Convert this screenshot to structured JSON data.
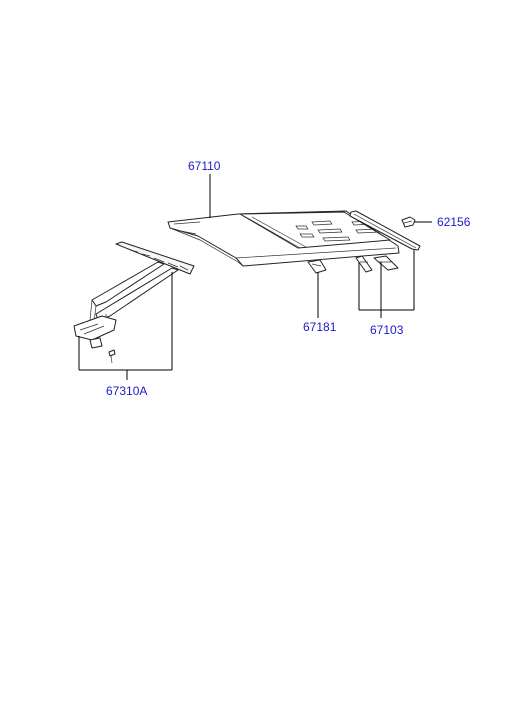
{
  "diagram": {
    "callouts": {
      "roof_panel": "67110",
      "bracket": "62156",
      "clip": "67181",
      "rail_right": "67103",
      "rail_left": "67310A"
    },
    "colors": {
      "label": "#1a1acc",
      "line": "#222222",
      "background": "#ffffff"
    }
  }
}
